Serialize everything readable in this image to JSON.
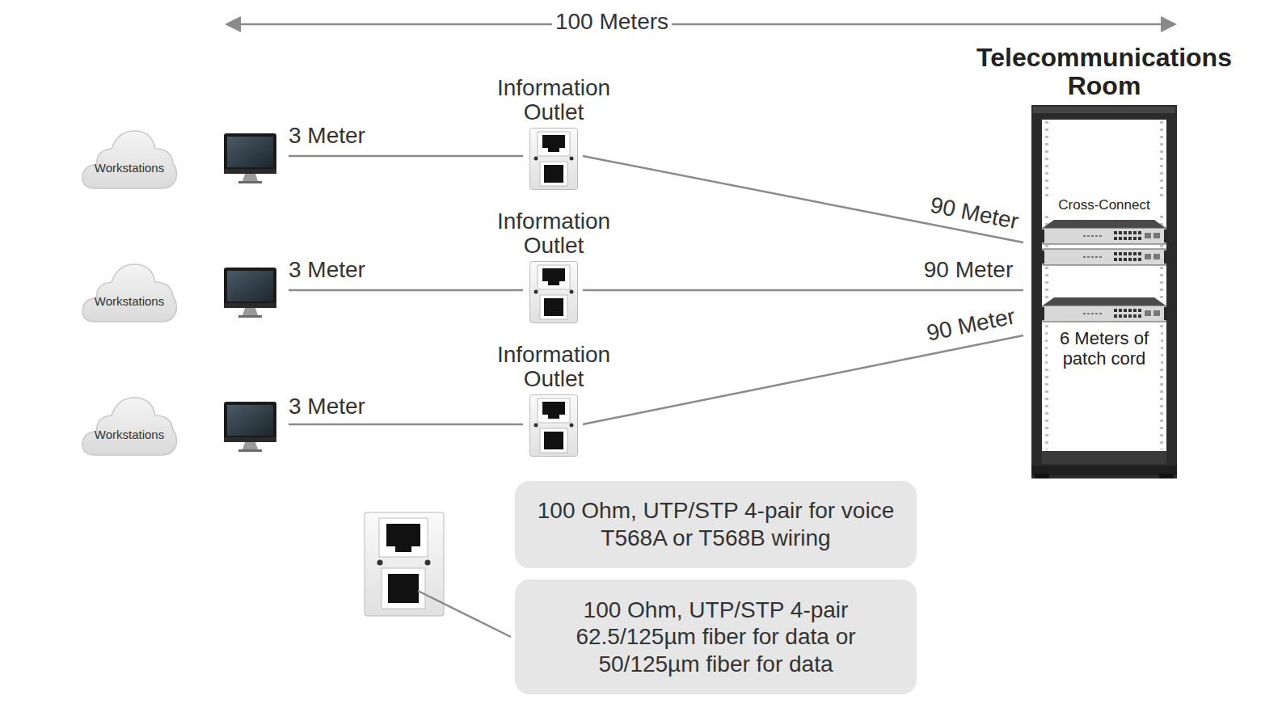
{
  "diagram": {
    "nodes": [
      {
        "text": [
          "Workstations"
        ]
      },
      {
        "text": [
          "Workstations"
        ]
      },
      {
        "text": [
          "Workstations"
        ]
      },
      {
        "text": [
          "Information Outlet"
        ]
      },
      {
        "text": [
          "Information Outlet"
        ]
      },
      {
        "text": [
          "Information Outlet"
        ]
      },
      {
        "text": [
          "Telecommunications Room",
          "Cross-Connect",
          "6 Meters of patch cord"
        ]
      },
      {
        "text": [
          "100 Ohm, UTP/STP 4-pair for voice T568A or T568B wiring"
        ]
      },
      {
        "text": [
          "100 Ohm, UTP/STP 4-pair 62.5/125µm fiber for data or 50/125µm fiber for data"
        ]
      }
    ],
    "edges": [
      {
        "from": 3,
        "to": 6,
        "arrow": "none",
        "label": "90 Meter"
      },
      {
        "from": 4,
        "to": 6,
        "arrow": "none",
        "label": "90 Meter"
      },
      {
        "from": 5,
        "to": 6,
        "arrow": "none",
        "label": "90 Meter"
      }
    ],
    "labels": [
      "100 Meters",
      "3 Meter",
      "3 Meter",
      "3 Meter"
    ]
  }
}
